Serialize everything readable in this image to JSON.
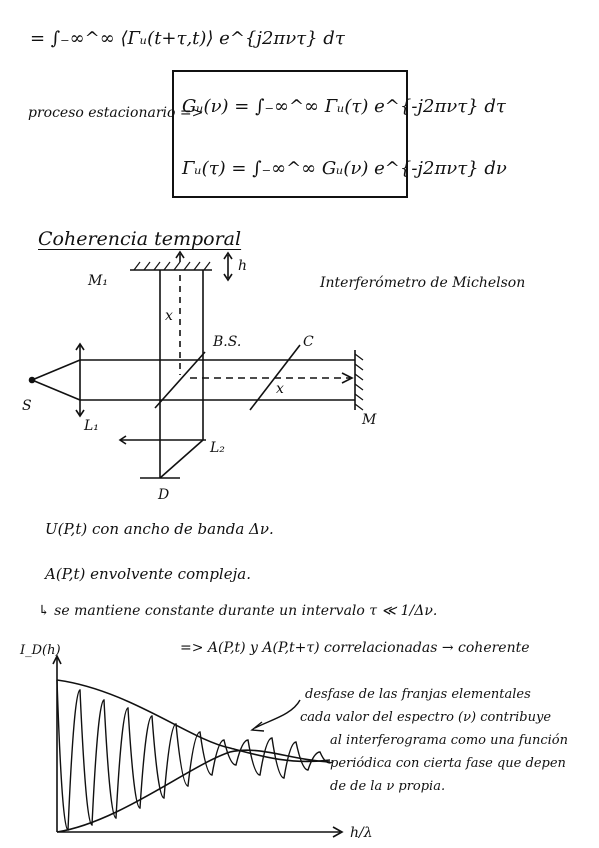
{
  "equations": {
    "eq_top": "= ∫₋∞^∞ ⟨Γᵤ(t+τ,t)⟩ e^{j2πντ} dτ",
    "stationary_label": "proceso estacionario =>",
    "eq_G": "Gᵤ(ν) = ∫₋∞^∞ Γᵤ(τ) e^{-j2πντ} dτ",
    "eq_Gamma": "Γᵤ(τ) = ∫₋∞^∞ Gᵤ(ν) e^{-j2πντ} dν"
  },
  "section": {
    "heading": "Coherencia temporal"
  },
  "diagram": {
    "title": "Interferómetro de Michelson",
    "labels": {
      "mirror1": "M₁",
      "h": "h",
      "x1": "x",
      "bs": "B.S.",
      "c": "C",
      "x2": "x",
      "source": "S",
      "lens1": "L₁",
      "lens2": "L₂",
      "mirror2": "M",
      "detector": "D"
    }
  },
  "notes": {
    "line1": "U(P,t) con ancho de banda Δν.",
    "line2": "A(P,t) envolvente compleja.",
    "line3": "↳ se mantiene constante durante un intervalo τ ≪ 1/Δν.",
    "line4": "=> A(P,t) y A(P,t+τ) correlacionadas → coherente"
  },
  "graph": {
    "ylabel": "I_D(h)",
    "xlabel": "h/λ",
    "annotation": [
      "desfase de las franjas elementales",
      "cada valor del espectro (ν) contribuye",
      "al interferograma como una función",
      "periódica con cierta fase que depen",
      "de de la ν propia."
    ]
  }
}
